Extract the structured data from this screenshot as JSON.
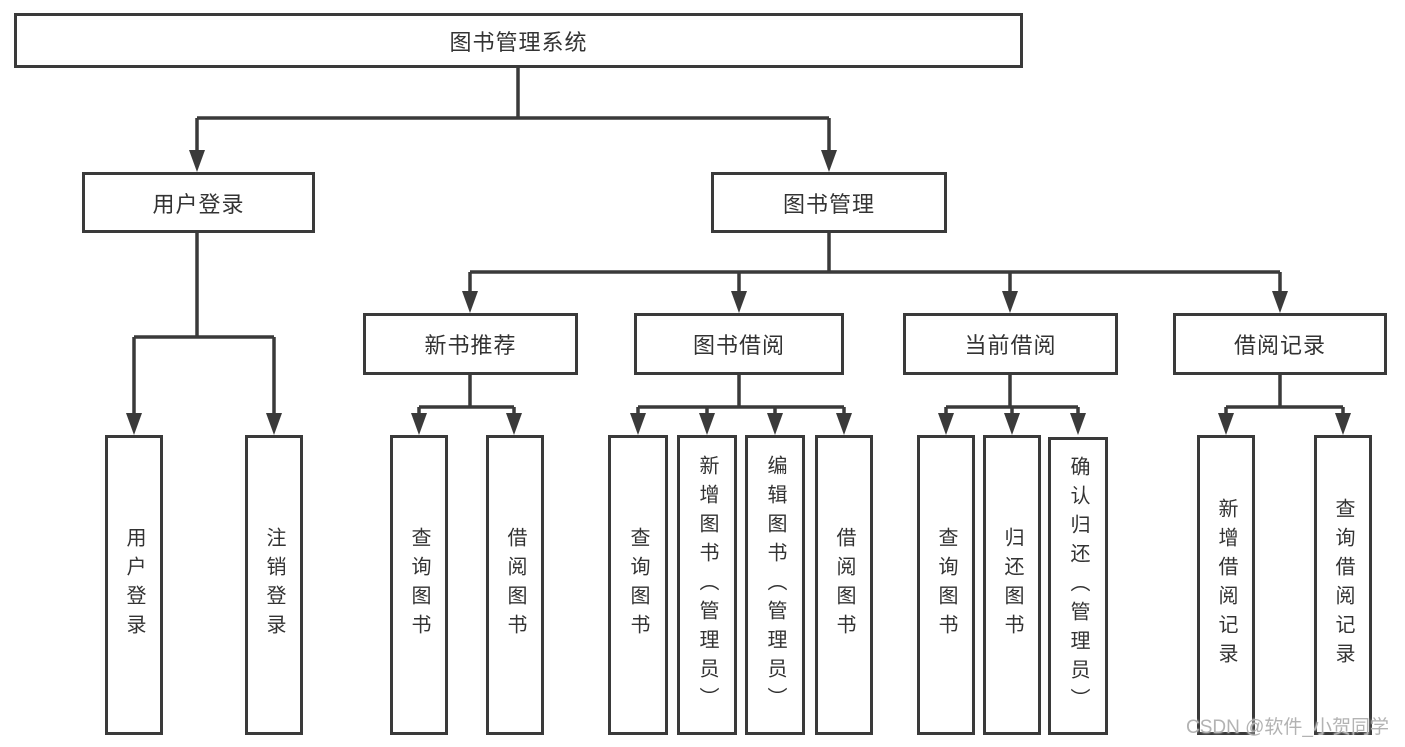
{
  "tree": {
    "label": "图书管理系统",
    "children": [
      {
        "label": "用户登录",
        "children": [
          {
            "label": "用户登录"
          },
          {
            "label": "注销登录"
          }
        ]
      },
      {
        "label": "图书管理",
        "children": [
          {
            "label": "新书推荐",
            "children": [
              {
                "label": "查询图书"
              },
              {
                "label": "借阅图书"
              }
            ]
          },
          {
            "label": "图书借阅",
            "children": [
              {
                "label": "查询图书"
              },
              {
                "label": "新增图书（管理员）"
              },
              {
                "label": "编辑图书（管理员）"
              },
              {
                "label": "借阅图书"
              }
            ]
          },
          {
            "label": "当前借阅",
            "children": [
              {
                "label": "查询图书"
              },
              {
                "label": "归还图书"
              },
              {
                "label": "确认归还（管理员）"
              }
            ]
          },
          {
            "label": "借阅记录",
            "children": [
              {
                "label": "新增借阅记录"
              },
              {
                "label": "查询借阅记录"
              }
            ]
          }
        ]
      }
    ]
  },
  "watermark": {
    "text": "CSDN @软件_小贺同学"
  },
  "colors": {
    "line": "#3a3a3a",
    "text": "#333333",
    "box_background": "#ffffff",
    "watermark": "#b3b3b3",
    "background": "#ffffff"
  }
}
